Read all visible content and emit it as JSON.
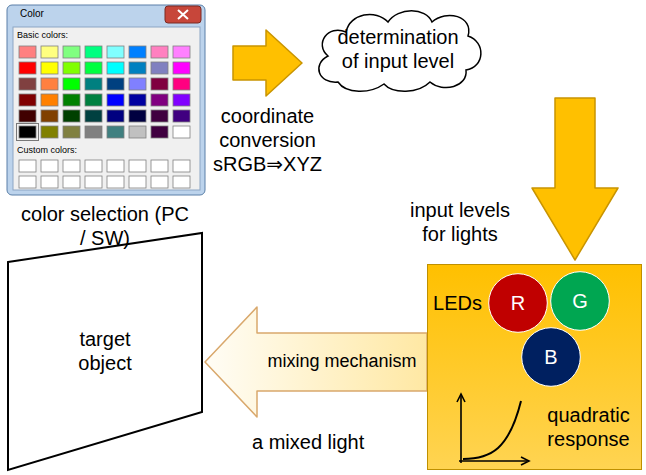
{
  "diagram": {
    "nodes": [
      {
        "text": [
          "Color",
          "Basic colors:",
          "Custom colors:",
          "color selection (PC / SW)"
        ]
      },
      {
        "text": [
          "determination of input level"
        ]
      },
      {
        "text": [
          "LEDs",
          "quadratic response"
        ]
      },
      {
        "text": [
          "R"
        ],
        "in": 2
      },
      {
        "text": [
          "G"
        ],
        "in": 2
      },
      {
        "text": [
          "B"
        ],
        "in": 2
      },
      {
        "text": [
          "target object"
        ]
      }
    ],
    "edges": [
      {
        "from": 0,
        "to": 1,
        "arrow": "to",
        "label": "coordinate conversion sRGB⇒XYZ"
      },
      {
        "from": 1,
        "to": 2,
        "arrow": "to",
        "label": "input levels for lights"
      },
      {
        "from": 2,
        "to": 6,
        "arrow": "to",
        "label": "mixing mechanism"
      }
    ],
    "labels": [
      "a mixed light"
    ]
  }
}
